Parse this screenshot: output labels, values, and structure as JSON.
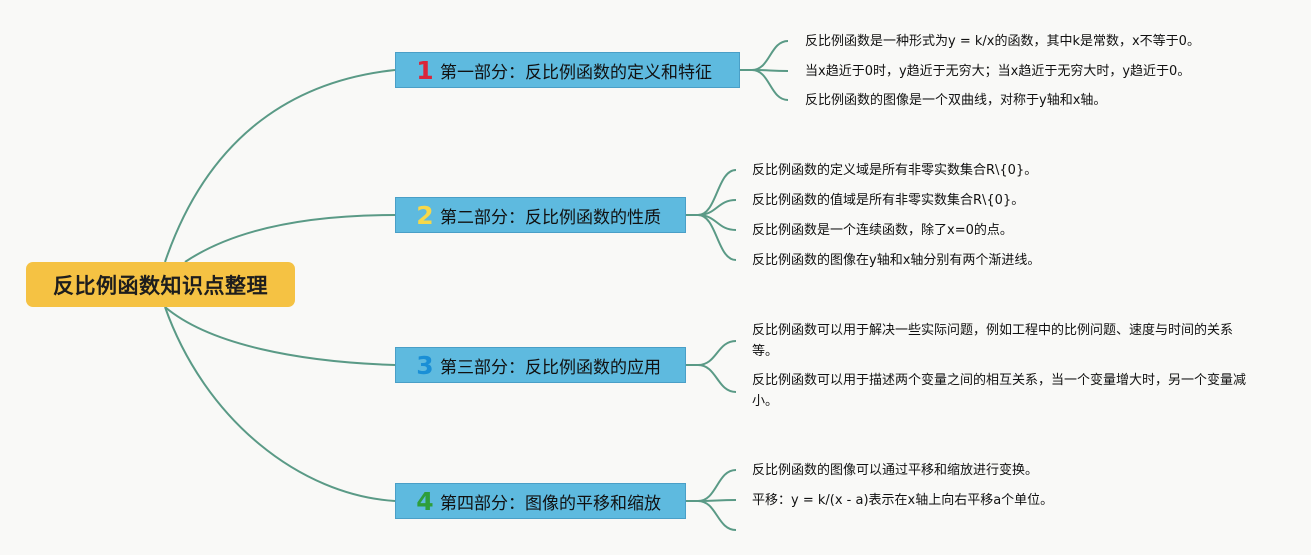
{
  "root": {
    "title": "反比例函数知识点整理"
  },
  "branches": [
    {
      "number": "1",
      "color": "#d9253a",
      "label": "第一部分：反比例函数的定义和特征",
      "leaves": [
        "反比例函数是一种形式为y = k/x的函数，其中k是常数，x不等于0。",
        "当x趋近于0时，y趋近于无穷大；当x趋近于无穷大时，y趋近于0。",
        "反比例函数的图像是一个双曲线，对称于y轴和x轴。"
      ]
    },
    {
      "number": "2",
      "color": "#f6d84a",
      "label": "第二部分：反比例函数的性质",
      "leaves": [
        "反比例函数的定义域是所有非零实数集合R\\{0}。",
        "反比例函数的值域是所有非零实数集合R\\{0}。",
        "反比例函数是一个连续函数，除了x=0的点。",
        "反比例函数的图像在y轴和x轴分别有两个渐进线。"
      ]
    },
    {
      "number": "3",
      "color": "#1a8fd6",
      "label": "第三部分：反比例函数的应用",
      "leaves": [
        "反比例函数可以用于解决一些实际问题，例如工程中的比例问题、速度与时间的关系等。",
        "反比例函数可以用于描述两个变量之间的相互关系，当一个变量增大时，另一个变量减小。"
      ]
    },
    {
      "number": "4",
      "color": "#2e9e3b",
      "label": "第四部分：图像的平移和缩放",
      "leaves": [
        "反比例函数的图像可以通过平移和缩放进行变换。",
        "平移：y = k/(x - a)表示在x轴上向右平移a个单位。"
      ]
    }
  ],
  "colors": {
    "root_bg": "#f5c243",
    "branch_bg": "#5ebadf",
    "connector": "#5a9a86"
  }
}
